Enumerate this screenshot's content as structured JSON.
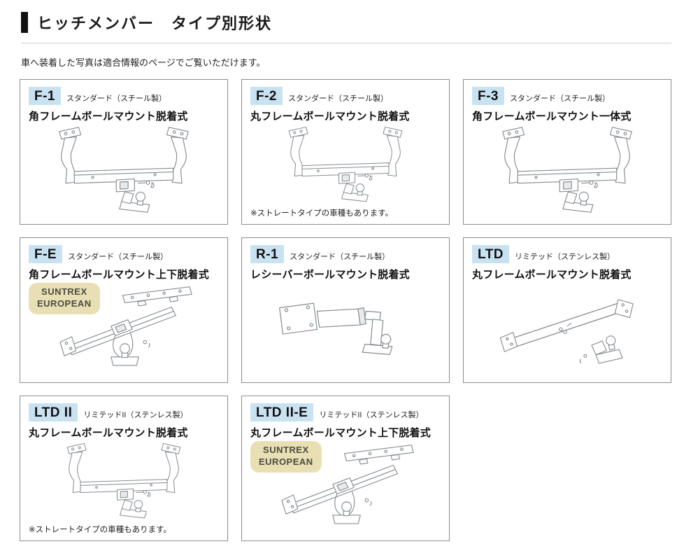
{
  "header": {
    "title": "ヒッチメンバー　タイプ別形状",
    "subtitle": "車へ装着した写真は適合情報のページでご覧いただけます。"
  },
  "euro_badge": {
    "line1": "SUNTREX",
    "line2": "EUROPEAN"
  },
  "cards": [
    {
      "badge": "F-1",
      "grade": "スタンダード（スチール製）",
      "title": "角フレームボールマウント脱着式"
    },
    {
      "badge": "F-2",
      "grade": "スタンダード（スチール製）",
      "title": "丸フレームボールマウント脱着式",
      "note": "※ストレートタイプの車種もあります。"
    },
    {
      "badge": "F-3",
      "grade": "スタンダード（スチール製）",
      "title": "角フレームボールマウント一体式"
    },
    {
      "badge": "F-E",
      "grade": "スタンダード（スチール製）",
      "title": "角フレームボールマウント上下脱着式"
    },
    {
      "badge": "R-1",
      "grade": "スタンダード（スチール製）",
      "title": "レシーバーボールマウント脱着式"
    },
    {
      "badge": "LTD",
      "grade": "リミテッド（ステンレス製）",
      "title": "丸フレームボールマウント脱着式"
    },
    {
      "badge": "LTD II",
      "grade": "リミテッドII（ステンレス製）",
      "title": "丸フレームボールマウント脱着式",
      "note": "※ストレートタイプの車種もあります。"
    },
    {
      "badge": "LTD II-E",
      "grade": "リミテッドII（ステンレス製）",
      "title": "丸フレームボールマウント上下脱着式"
    }
  ],
  "colors": {
    "badge_bg": "#c9e2f2",
    "euro_bg": "#e9dfb4",
    "line_art": "#878d92"
  }
}
